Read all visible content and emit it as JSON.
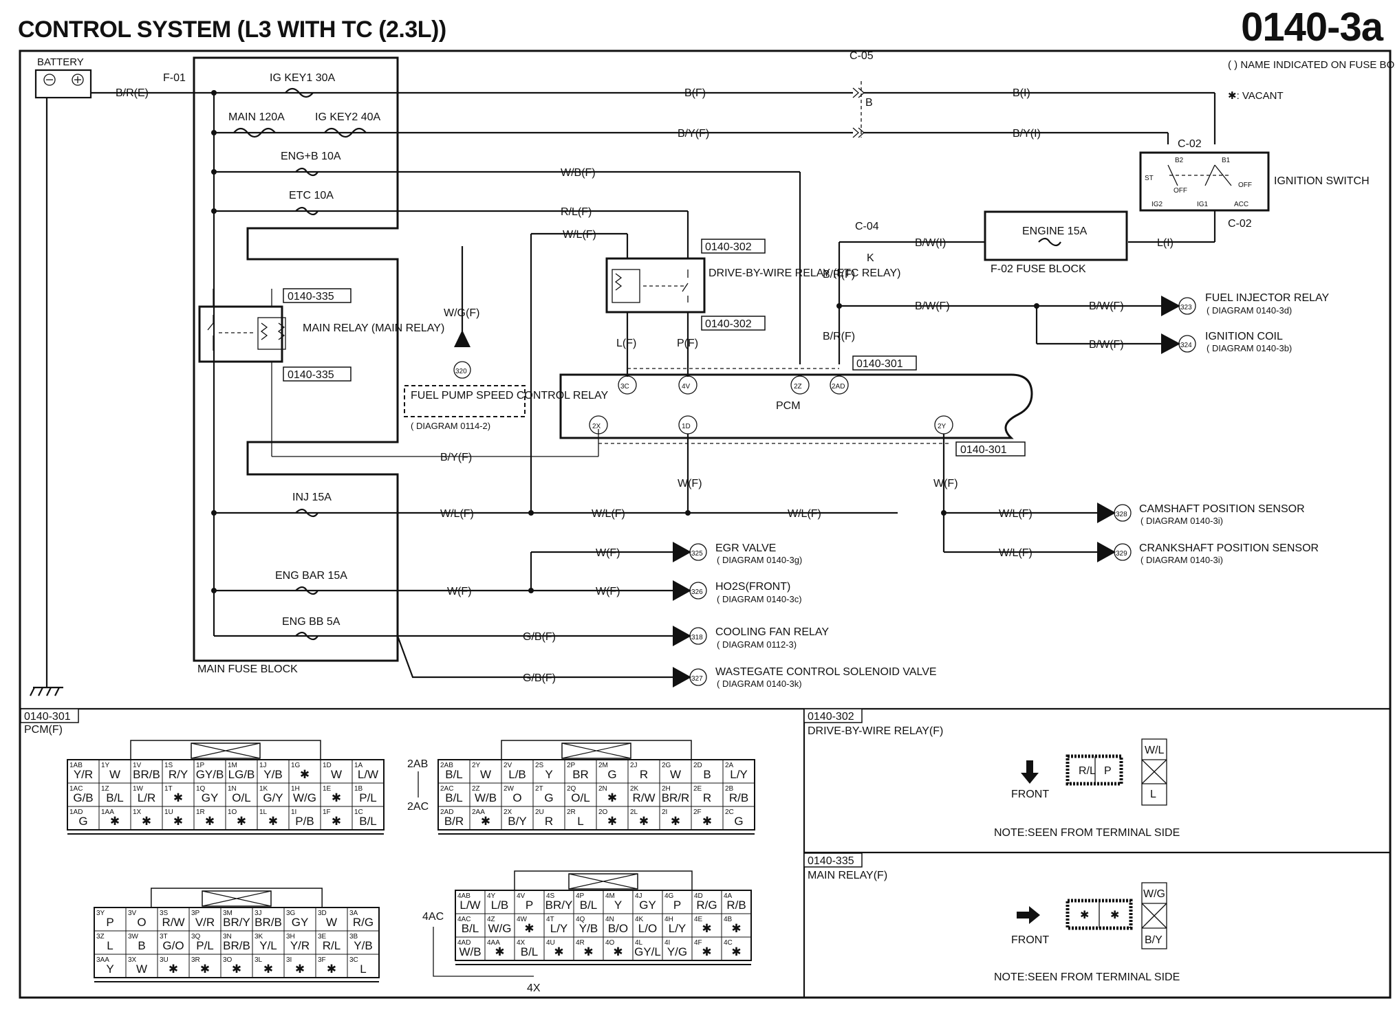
{
  "header": {
    "title": "CONTROL SYSTEM (L3 WITH TC (2.3L))",
    "code": "0140-3a"
  },
  "legend": {
    "name_note": "( ) NAME INDICATED ON FUSE BOX COVER",
    "vacant": "✱: VACANT"
  },
  "components": {
    "battery": "BATTERY",
    "main_fuse_block": "MAIN FUSE BLOCK",
    "main_relay": "MAIN RELAY (MAIN RELAY)",
    "dbw_relay": "DRIVE-BY-WIRE RELAY (ETC RELAY)",
    "pcm": "PCM",
    "ignition_switch": "IGNITION SWITCH",
    "fuse_block": "F-02 FUSE BLOCK",
    "engine_fuse": "ENGINE 15A",
    "fuel_pump_relay": "FUEL PUMP SPEED CONTROL RELAY",
    "fuel_pump_diag": "( DIAGRAM 0114-2)"
  },
  "fuses": [
    "IG KEY1 30A",
    "MAIN 120A",
    "IG KEY2 40A",
    "ENG+B 10A",
    "ETC 10A",
    "INJ 15A",
    "ENG BAR 15A",
    "ENG BB 5A"
  ],
  "connectors_ref": [
    "F-01",
    "C-05",
    "B",
    "C-02",
    "C-04",
    "K",
    "0140-302",
    "0140-335",
    "0140-301"
  ],
  "wires": [
    "B/R(E)",
    "B(F)",
    "B(I)",
    "B/Y(F)",
    "B/Y(I)",
    "W/B(F)",
    "R/L(F)",
    "W/L(F)",
    "B/W(I)",
    "L(I)",
    "B/R(F)",
    "B/W(F)",
    "W/G(F)",
    "L(F)",
    "P(F)",
    "W(F)",
    "G/B(F)"
  ],
  "ignition_switch_labels": [
    "B2",
    "B1",
    "ST",
    "OFF",
    "OFF",
    "IG2",
    "IG1",
    "ACC"
  ],
  "pcm_pins": [
    "3C",
    "4V",
    "2Z",
    "2AD",
    "2X",
    "1D",
    "2Y"
  ],
  "outputs": [
    {
      "id": "323",
      "name": "FUEL INJECTOR RELAY",
      "diag": "( DIAGRAM 0140-3d)"
    },
    {
      "id": "324",
      "name": "IGNITION COIL",
      "diag": "( DIAGRAM 0140-3b)"
    },
    {
      "id": "328",
      "name": "CAMSHAFT POSITION SENSOR",
      "diag": "( DIAGRAM 0140-3i)"
    },
    {
      "id": "329",
      "name": "CRANKSHAFT POSITION SENSOR",
      "diag": "( DIAGRAM 0140-3i)"
    },
    {
      "id": "325",
      "name": "EGR VALVE",
      "diag": "( DIAGRAM 0140-3g)"
    },
    {
      "id": "326",
      "name": "HO2S(FRONT)",
      "diag": "( DIAGRAM 0140-3c)"
    },
    {
      "id": "318",
      "name": "COOLING FAN RELAY",
      "diag": "( DIAGRAM 0112-3)"
    },
    {
      "id": "327",
      "name": "WASTEGATE CONTROL SOLENOID VALVE",
      "diag": "( DIAGRAM 0140-3k)"
    },
    {
      "id": "320",
      "name": "",
      "diag": ""
    }
  ],
  "connector_panels": {
    "p301": {
      "ref": "0140-301",
      "name": "PCM(F)",
      "labels": [
        "2AB",
        "2AC",
        "4AC",
        "4X"
      ]
    },
    "p302": {
      "ref": "0140-302",
      "name": "DRIVE-BY-WIRE RELAY(F)",
      "front": "FRONT",
      "note": "NOTE:SEEN FROM TERMINAL SIDE",
      "pins": [
        "R/L",
        "P",
        "W/L",
        "L"
      ]
    },
    "p335": {
      "ref": "0140-335",
      "name": "MAIN RELAY(F)",
      "front": "FRONT",
      "note": "NOTE:SEEN FROM TERMINAL SIDE",
      "pins": [
        "✱",
        "✱",
        "W/G",
        "B/Y"
      ]
    }
  },
  "pcm_tables": {
    "t1": [
      [
        [
          "1AB",
          "Y/R"
        ],
        [
          "1Y",
          "W"
        ],
        [
          "1V",
          "BR/B"
        ],
        [
          "1S",
          "R/Y"
        ],
        [
          "1P",
          "GY/B"
        ],
        [
          "1M",
          "LG/B"
        ],
        [
          "1J",
          "Y/B"
        ],
        [
          "1G",
          "✱"
        ],
        [
          "1D",
          "W"
        ],
        [
          "1A",
          "L/W"
        ]
      ],
      [
        [
          "1AC",
          "G/B"
        ],
        [
          "1Z",
          "B/L"
        ],
        [
          "1W",
          "L/R"
        ],
        [
          "1T",
          "✱"
        ],
        [
          "1Q",
          "GY"
        ],
        [
          "1N",
          "O/L"
        ],
        [
          "1K",
          "G/Y"
        ],
        [
          "1H",
          "W/G"
        ],
        [
          "1E",
          "✱"
        ],
        [
          "1B",
          "P/L"
        ]
      ],
      [
        [
          "1AD",
          "G"
        ],
        [
          "1AA",
          "✱"
        ],
        [
          "1X",
          "✱"
        ],
        [
          "1U",
          "✱"
        ],
        [
          "1R",
          "✱"
        ],
        [
          "1O",
          "✱"
        ],
        [
          "1L",
          "✱"
        ],
        [
          "1I",
          "P/B"
        ],
        [
          "1F",
          "✱"
        ],
        [
          "1C",
          "B/L"
        ]
      ]
    ],
    "t2": [
      [
        [
          "2AB",
          "B/L"
        ],
        [
          "2Y",
          "W"
        ],
        [
          "2V",
          "L/B"
        ],
        [
          "2S",
          "Y"
        ],
        [
          "2P",
          "BR"
        ],
        [
          "2M",
          "G"
        ],
        [
          "2J",
          "R"
        ],
        [
          "2G",
          "W"
        ],
        [
          "2D",
          "B"
        ],
        [
          "2A",
          "L/Y"
        ]
      ],
      [
        [
          "2AC",
          "B/L"
        ],
        [
          "2Z",
          "W/B"
        ],
        [
          "2W",
          "O"
        ],
        [
          "2T",
          "G"
        ],
        [
          "2Q",
          "O/L"
        ],
        [
          "2N",
          "✱"
        ],
        [
          "2K",
          "R/W"
        ],
        [
          "2H",
          "BR/R"
        ],
        [
          "2E",
          "R"
        ],
        [
          "2B",
          "R/B"
        ]
      ],
      [
        [
          "2AD",
          "B/R"
        ],
        [
          "2AA",
          "✱"
        ],
        [
          "2X",
          "B/Y"
        ],
        [
          "2U",
          "R"
        ],
        [
          "2R",
          "L"
        ],
        [
          "2O",
          "✱"
        ],
        [
          "2L",
          "✱"
        ],
        [
          "2I",
          "✱"
        ],
        [
          "2F",
          "✱"
        ],
        [
          "2C",
          "G"
        ]
      ]
    ],
    "t3": [
      [
        [
          "3Y",
          "P"
        ],
        [
          "3V",
          "O"
        ],
        [
          "3S",
          "R/W"
        ],
        [
          "3P",
          "V/R"
        ],
        [
          "3M",
          "BR/Y"
        ],
        [
          "3J",
          "BR/B"
        ],
        [
          "3G",
          "GY"
        ],
        [
          "3D",
          "W"
        ],
        [
          "3A",
          "R/G"
        ]
      ],
      [
        [
          "3Z",
          "L"
        ],
        [
          "3W",
          "B"
        ],
        [
          "3T",
          "G/O"
        ],
        [
          "3Q",
          "P/L"
        ],
        [
          "3N",
          "BR/B"
        ],
        [
          "3K",
          "Y/L"
        ],
        [
          "3H",
          "Y/R"
        ],
        [
          "3E",
          "R/L"
        ],
        [
          "3B",
          "Y/B"
        ]
      ],
      [
        [
          "3AA",
          "Y"
        ],
        [
          "3X",
          "W"
        ],
        [
          "3U",
          "✱"
        ],
        [
          "3R",
          "✱"
        ],
        [
          "3O",
          "✱"
        ],
        [
          "3L",
          "✱"
        ],
        [
          "3I",
          "✱"
        ],
        [
          "3F",
          "✱"
        ],
        [
          "3C",
          "L"
        ]
      ]
    ],
    "t4": [
      [
        [
          "4AB",
          "L/W"
        ],
        [
          "4Y",
          "L/B"
        ],
        [
          "4V",
          "P"
        ],
        [
          "4S",
          "BR/Y"
        ],
        [
          "4P",
          "B/L"
        ],
        [
          "4M",
          "Y"
        ],
        [
          "4J",
          "GY"
        ],
        [
          "4G",
          "P"
        ],
        [
          "4D",
          "R/G"
        ],
        [
          "4A",
          "R/B"
        ]
      ],
      [
        [
          "4AC",
          "B/L"
        ],
        [
          "4Z",
          "W/G"
        ],
        [
          "4W",
          "✱"
        ],
        [
          "4T",
          "L/Y"
        ],
        [
          "4Q",
          "Y/B"
        ],
        [
          "4N",
          "B/O"
        ],
        [
          "4K",
          "L/O"
        ],
        [
          "4H",
          "L/Y"
        ],
        [
          "4E",
          "✱"
        ],
        [
          "4B",
          "✱"
        ]
      ],
      [
        [
          "4AD",
          "W/B"
        ],
        [
          "4AA",
          "✱"
        ],
        [
          "4X",
          "B/L"
        ],
        [
          "4U",
          "✱"
        ],
        [
          "4R",
          "✱"
        ],
        [
          "4O",
          "✱"
        ],
        [
          "4L",
          "GY/L"
        ],
        [
          "4I",
          "Y/G"
        ],
        [
          "4F",
          "✱"
        ],
        [
          "4C",
          "✱"
        ]
      ]
    ]
  }
}
